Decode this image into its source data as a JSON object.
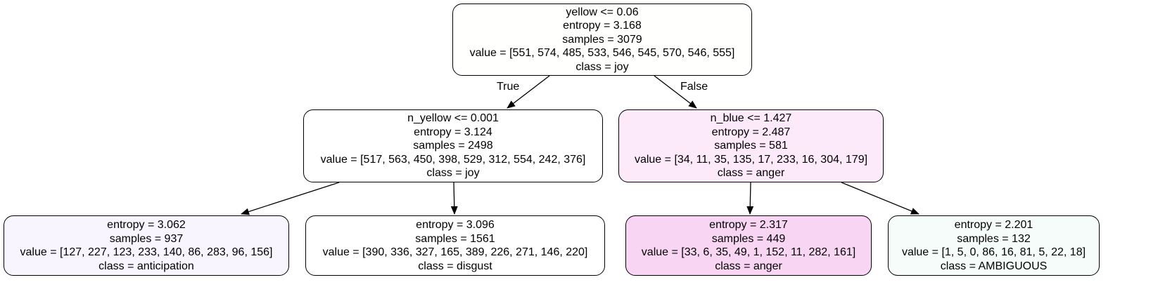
{
  "nodes": [
    {
      "id": "root",
      "lines": [
        "yellow <= 0.06",
        "entropy = 3.168",
        "samples = 3079",
        "value = [551, 574, 485, 533, 546, 545, 570, 546, 555]",
        "class = joy"
      ],
      "fill": "#fffffe"
    },
    {
      "id": "left",
      "lines": [
        "n_yellow <= 0.001",
        "entropy = 3.124",
        "samples = 2498",
        "value = [517, 563, 450, 398, 529, 312, 554, 242, 376]",
        "class = joy"
      ],
      "fill": "#ffffff"
    },
    {
      "id": "right",
      "lines": [
        "n_blue <= 1.427",
        "entropy = 2.487",
        "samples = 581",
        "value = [34, 11, 35, 135, 17, 233, 16, 304, 179]",
        "class = anger"
      ],
      "fill": "#fce9f9"
    },
    {
      "id": "ll",
      "lines": [
        "entropy = 3.062",
        "samples = 937",
        "value = [127, 227, 123, 233, 140, 86, 283, 96, 156]",
        "class = anticipation"
      ],
      "fill": "#f9f5fe"
    },
    {
      "id": "lr",
      "lines": [
        "entropy = 3.096",
        "samples = 1561",
        "value = [390, 336, 327, 165, 389, 226, 271, 146, 220]",
        "class = disgust"
      ],
      "fill": "#ffffff"
    },
    {
      "id": "rl",
      "lines": [
        "entropy = 2.317",
        "samples = 449",
        "value = [33, 6, 35, 49, 1, 152, 11, 282, 161]",
        "class = anger"
      ],
      "fill": "#f8d5f3"
    },
    {
      "id": "rr",
      "lines": [
        "entropy = 2.201",
        "samples = 132",
        "value = [1, 5, 0, 86, 16, 81, 5, 22, 18]",
        "class = AMBIGUOUS"
      ],
      "fill": "#f6fcfa"
    }
  ],
  "edges": [
    {
      "from": "root",
      "to": "left",
      "label": "True"
    },
    {
      "from": "root",
      "to": "right",
      "label": "False"
    },
    {
      "from": "left",
      "to": "ll",
      "label": ""
    },
    {
      "from": "left",
      "to": "lr",
      "label": ""
    },
    {
      "from": "right",
      "to": "rl",
      "label": ""
    },
    {
      "from": "right",
      "to": "rr",
      "label": ""
    }
  ],
  "colors": {
    "border": "#000000",
    "text": "#000000",
    "background": "#ffffff"
  }
}
